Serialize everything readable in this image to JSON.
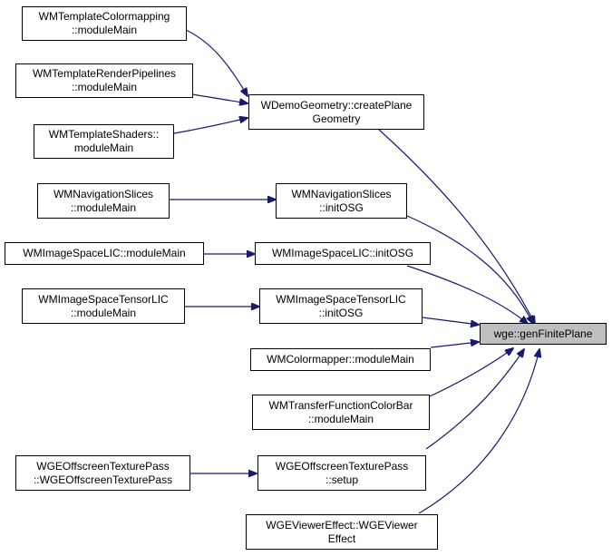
{
  "colors": {
    "edge": "#191970",
    "node_border": "#000000",
    "focus_fill": "#bfbfbf",
    "node_fill": "#ffffff"
  },
  "nodes": {
    "tpl_colormapping": [
      "WMTemplateColormapping",
      "::moduleMain"
    ],
    "tpl_render_pipelines": [
      "WMTemplateRenderPipelines",
      "::moduleMain"
    ],
    "tpl_shaders": [
      "WMTemplateShaders::",
      "moduleMain"
    ],
    "demo_geometry": [
      "WDemoGeometry::createPlane",
      "Geometry"
    ],
    "nav_slices_main": [
      "WMNavigationSlices",
      "::moduleMain"
    ],
    "nav_slices_init": [
      "WMNavigationSlices",
      "::initOSG"
    ],
    "lic_main": [
      "WMImageSpaceLIC::moduleMain"
    ],
    "lic_init": [
      "WMImageSpaceLIC::initOSG"
    ],
    "tensor_lic_main": [
      "WMImageSpaceTensorLIC",
      "::moduleMain"
    ],
    "tensor_lic_init": [
      "WMImageSpaceTensorLIC",
      "::initOSG"
    ],
    "gen_finite_plane": [
      "wge::genFinitePlane"
    ],
    "colormapper_main": [
      "WMColormapper::moduleMain"
    ],
    "transfer_colorbar_main": [
      "WMTransferFunctionColorBar",
      "::moduleMain"
    ],
    "offscreen_ctor": [
      "WGEOffscreenTexturePass",
      "::WGEOffscreenTexturePass"
    ],
    "offscreen_setup": [
      "WGEOffscreenTexturePass",
      "::setup"
    ],
    "viewer_effect": [
      "WGEViewerEffect::WGEViewer",
      "Effect"
    ]
  }
}
